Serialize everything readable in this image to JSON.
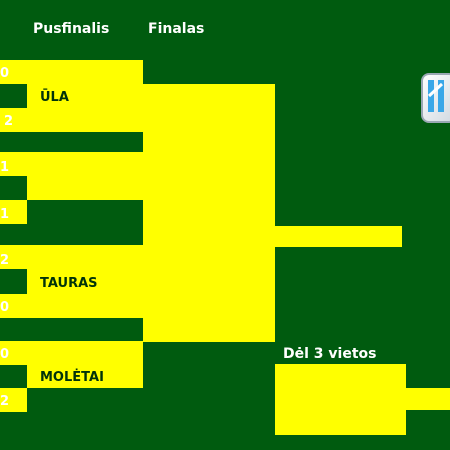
{
  "headers": {
    "semifinals": "Pusfinalis",
    "finals": "Finalas",
    "third_place": "Dėl 3 vietos"
  },
  "teams": {
    "semi1_winner": "ŪLA",
    "semi2_winner": "TAURAS",
    "third_winner": "MOLĖTAI"
  },
  "scores": [
    "0",
    "2",
    "1",
    "1",
    "2",
    "0",
    "0",
    "2"
  ],
  "colors": {
    "background": "#005b0f",
    "bracket": "#ffff00"
  },
  "logo_icon": "abacus-logo-icon"
}
